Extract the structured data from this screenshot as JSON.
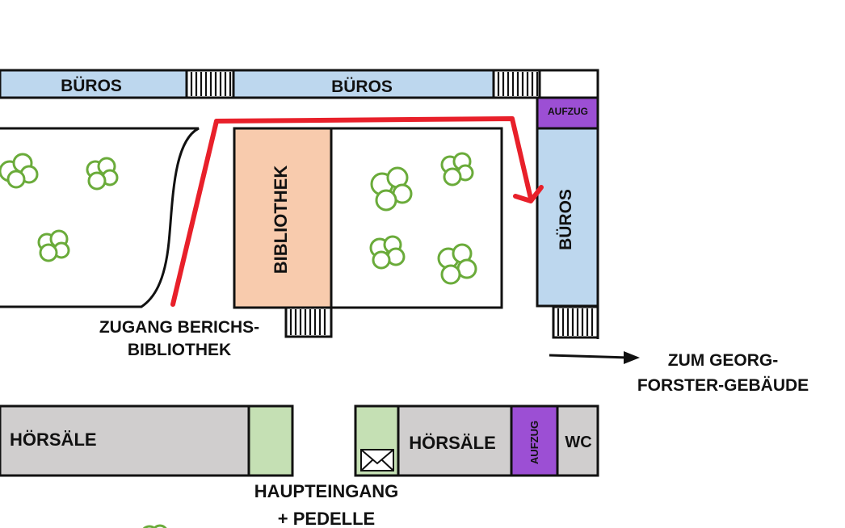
{
  "map": {
    "rooms": {
      "offices_top_left": "BÜROS",
      "offices_top_center": "BÜROS",
      "offices_right": "BÜROS",
      "library": "BIBLIOTHEK",
      "lecture_halls_left": "HÖRSÄLE",
      "lecture_halls_right": "HÖRSÄLE",
      "elevator_top": "AUFZUG",
      "elevator_bottom": "AUFZUG",
      "wc": "WC"
    },
    "captions": {
      "library_access_line1": "ZUGANG BERICHS-",
      "library_access_line2": "BIBLIOTHEK",
      "to_building_line1": "ZUM GEORG-",
      "to_building_line2": "FORSTER-GEBÄUDE",
      "main_entrance_line1": "HAUPTEINGANG",
      "main_entrance_line2": "+ PEDELLE"
    },
    "colors": {
      "offices": "#bdd7ee",
      "library": "#f8cbad",
      "lecture_halls": "#d0cece",
      "elevator": "#9c4fd4",
      "entrance": "#c5e0b4",
      "route": "#e8202a",
      "shrub": "#6aab3a"
    },
    "icons": {
      "mail": "envelope-icon",
      "stairs": "stairs-icon",
      "shrub": "shrub-icon"
    }
  }
}
